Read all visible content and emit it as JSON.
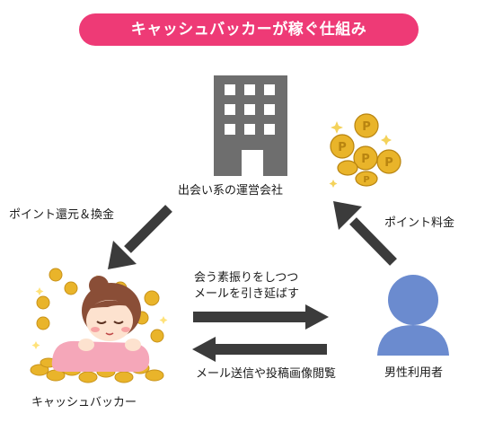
{
  "title": "キャッシュバッカーが稼ぐ仕組み",
  "nodes": {
    "company": "出会い系の運営会社",
    "cashbacker": "キャッシュバッカー",
    "male_user": "男性利用者"
  },
  "edges": {
    "refund": "ポイント還元＆換金",
    "point_fee": "ポイント料金",
    "action_line1": "会う素振りをしつつ",
    "action_line2": "メールを引き延ばす",
    "mail": "メール送信や投稿画像閲覧"
  },
  "icons": {
    "building": "building-icon",
    "coins": "coins-icon",
    "person": "person-silhouette-icon",
    "cashbacker": "cashbacker-illustration"
  },
  "colors": {
    "title_bg": "#ee3a76",
    "arrow": "#3b3b3b",
    "building": "#6e6e6e",
    "person": "#6b8bcf",
    "coin": "#e9b42a"
  }
}
